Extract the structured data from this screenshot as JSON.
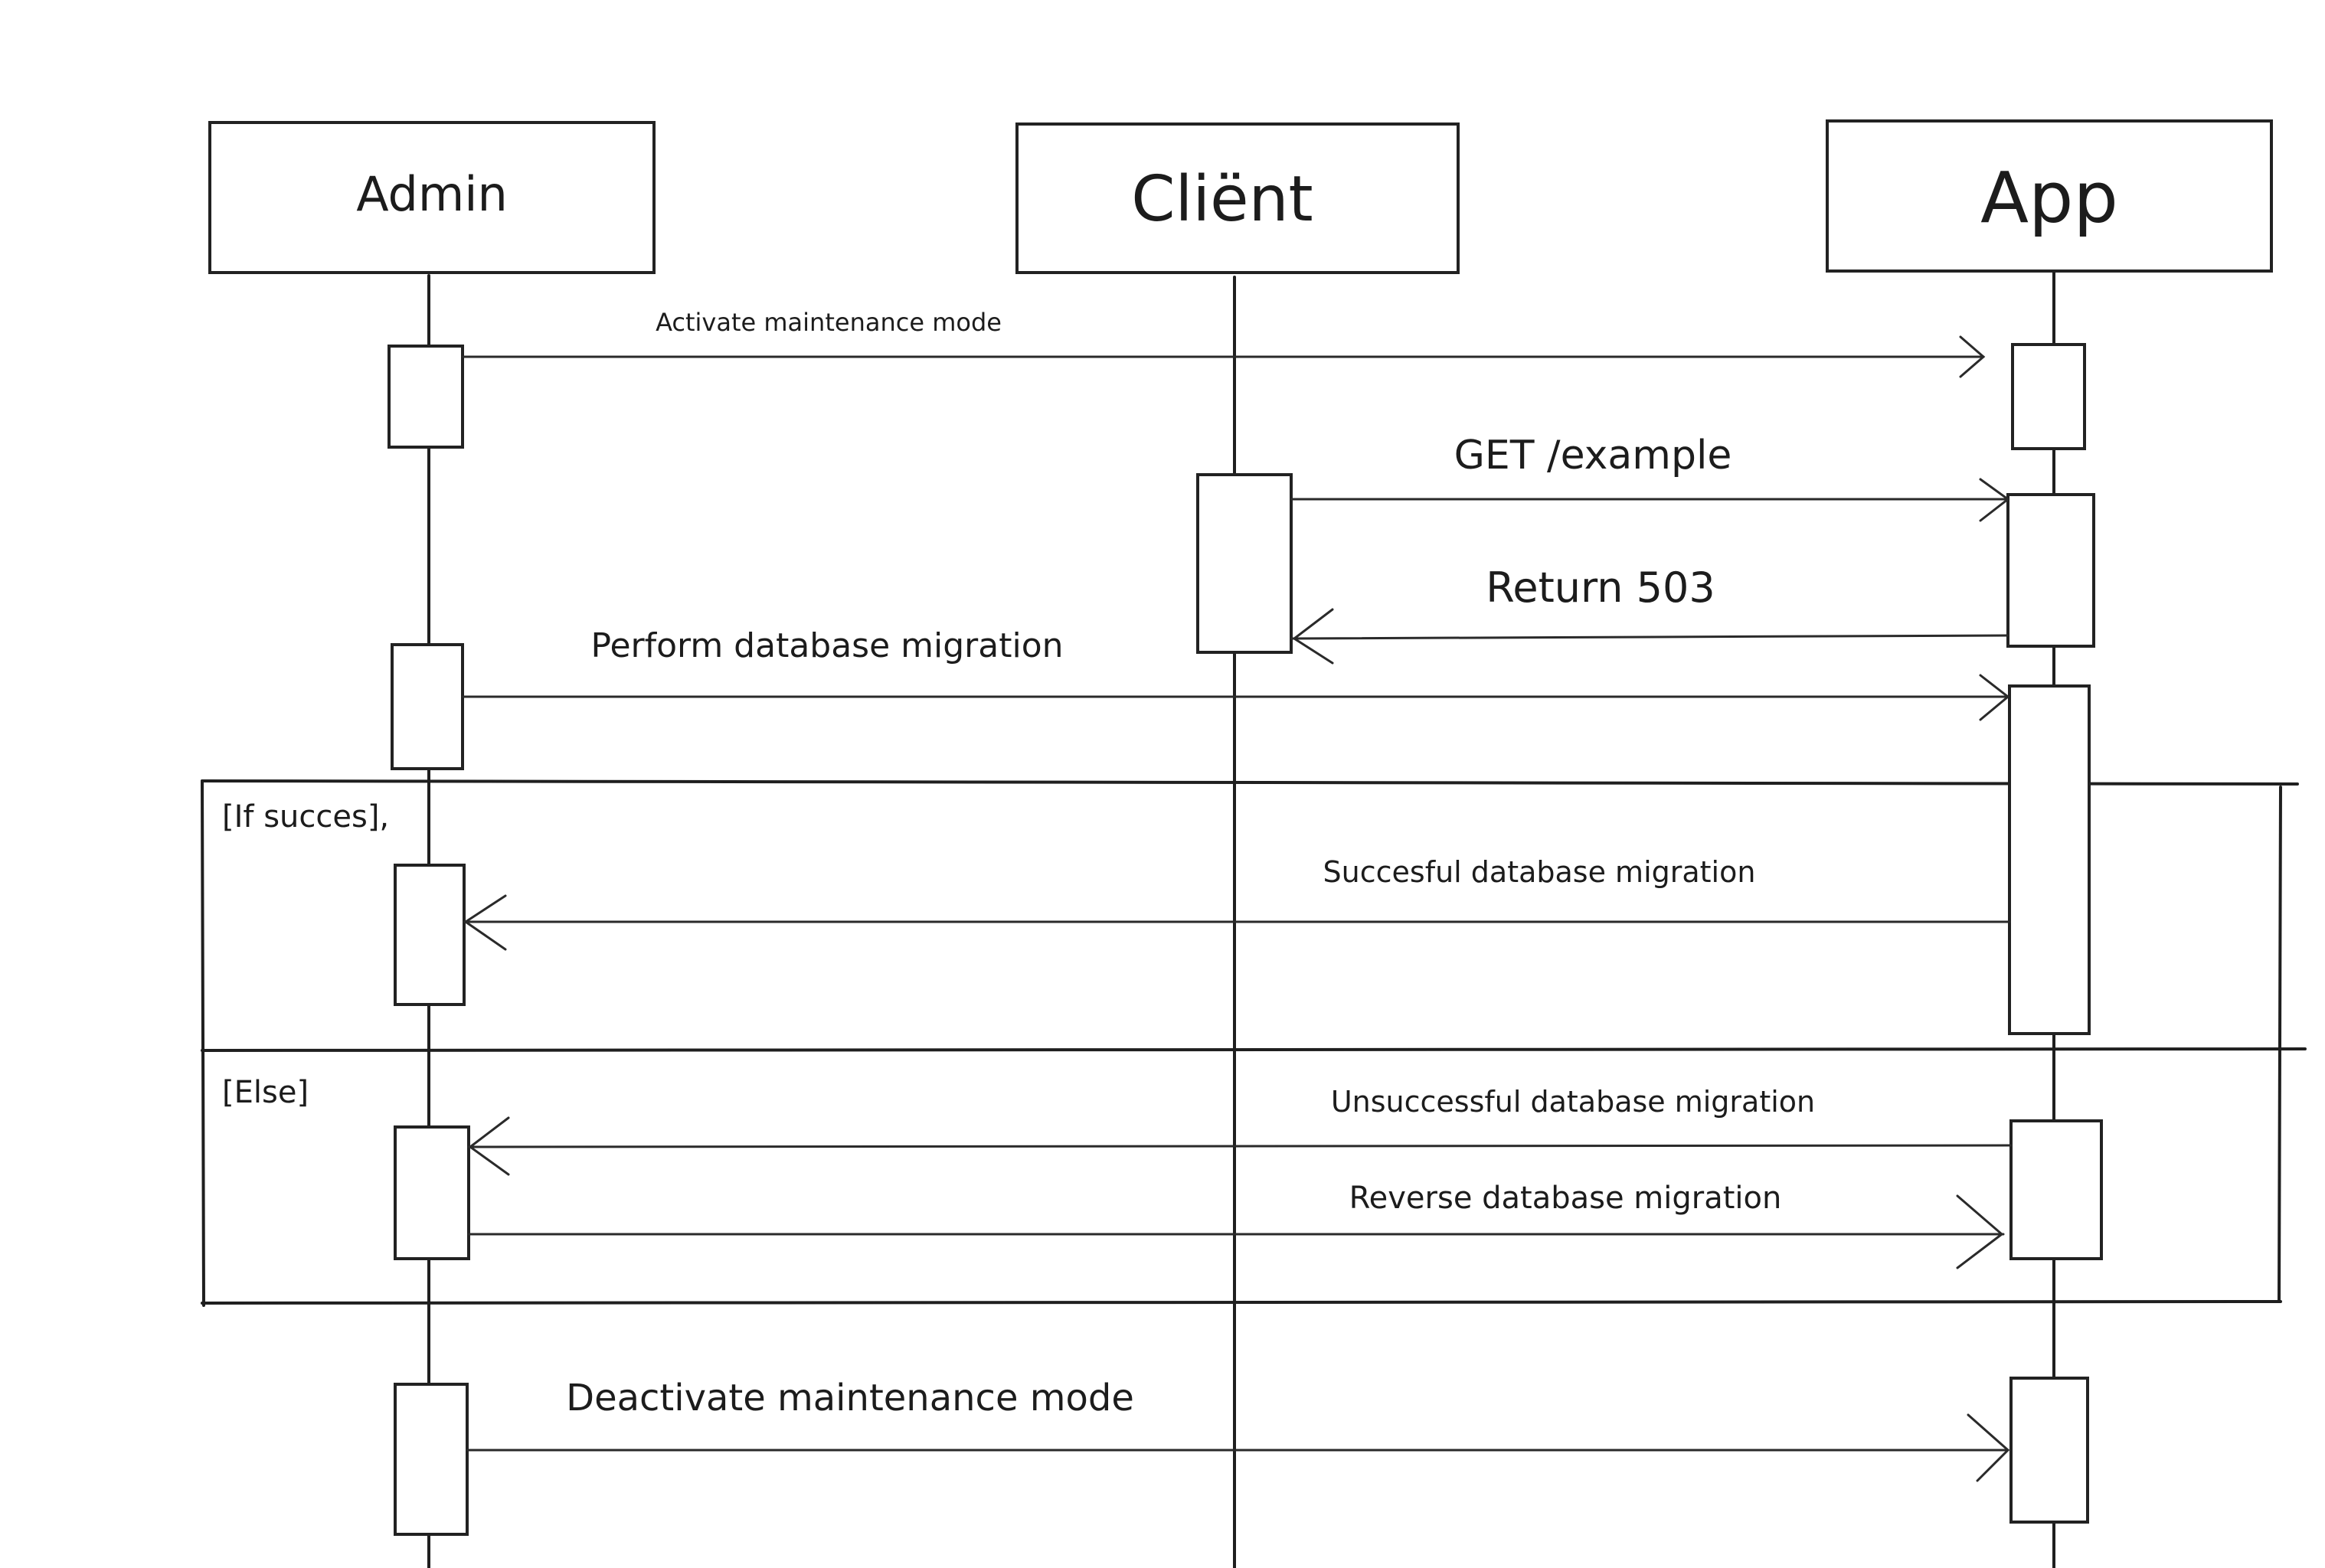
{
  "participants": [
    {
      "id": "admin",
      "label": "Admin"
    },
    {
      "id": "client",
      "label": "Cliënt"
    },
    {
      "id": "app",
      "label": "App"
    }
  ],
  "messages": [
    {
      "id": "activate",
      "label": "Activate maintenance mode",
      "from": "admin",
      "to": "app"
    },
    {
      "id": "get",
      "label": "GET  /example",
      "from": "client",
      "to": "app"
    },
    {
      "id": "return503",
      "label": "Return 503",
      "from": "app",
      "to": "client"
    },
    {
      "id": "perform",
      "label": "Perform database migration",
      "from": "admin",
      "to": "app"
    },
    {
      "id": "success",
      "label": "Succesful database migration",
      "from": "app",
      "to": "admin"
    },
    {
      "id": "unsuccessful",
      "label": "Unsuccessful database migration",
      "from": "app",
      "to": "admin"
    },
    {
      "id": "reverse",
      "label": "Reverse database  migration",
      "from": "admin",
      "to": "app"
    },
    {
      "id": "deactivate",
      "label": "Deactivate maintenance mode",
      "from": "admin",
      "to": "app"
    }
  ],
  "fragment": {
    "guards": [
      "[If succes],",
      "[Else]"
    ]
  }
}
